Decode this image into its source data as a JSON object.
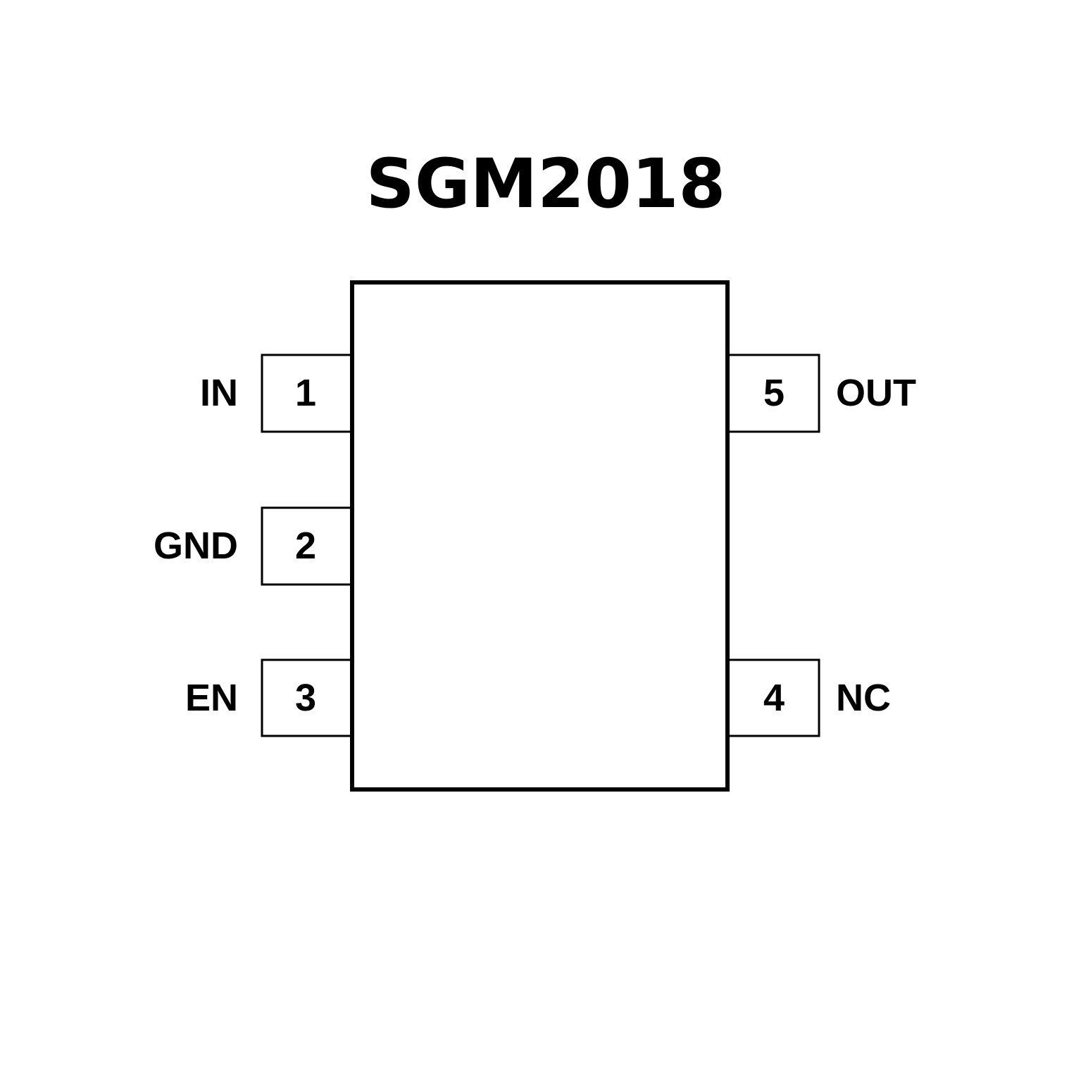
{
  "title": "SGM2018",
  "pins": {
    "p1": {
      "number": "1",
      "name": "IN"
    },
    "p2": {
      "number": "2",
      "name": "GND"
    },
    "p3": {
      "number": "3",
      "name": "EN"
    },
    "p4": {
      "number": "4",
      "name": "NC"
    },
    "p5": {
      "number": "5",
      "name": "OUT"
    }
  }
}
